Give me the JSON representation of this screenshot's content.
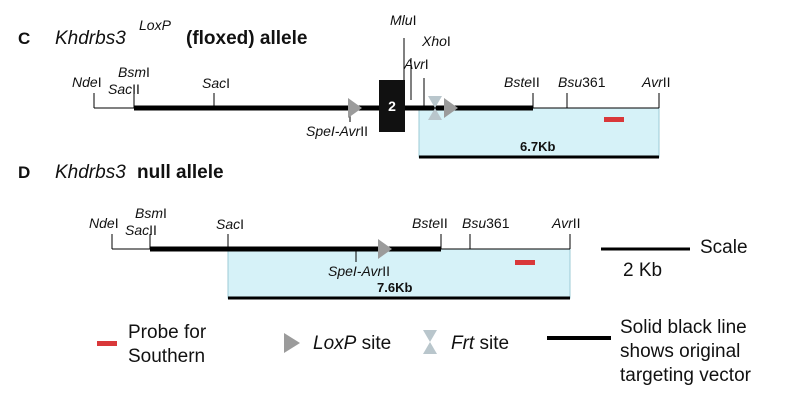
{
  "panel_c": {
    "letter": "C",
    "title_gene": "Khdrbs3",
    "title_super": "LoxP",
    "title_rest": "(floxed) allele",
    "exon_label": "2",
    "fragment_label": "6.7Kb",
    "sites": {
      "ndei": {
        "it": "Nde",
        "ro": "I"
      },
      "bsmi": {
        "it": "Bsm",
        "ro": "I"
      },
      "sacii": {
        "it": "Sac",
        "ro": "II"
      },
      "saci": {
        "it": "Sac",
        "ro": "I"
      },
      "spei_avrii": {
        "it": "SpeI-Avr",
        "ro": "II"
      },
      "mlui": {
        "it": "Mlu",
        "ro": "I"
      },
      "xhoi": {
        "it": "Xho",
        "ro": "I"
      },
      "avri": {
        "it": "Avr",
        "ro": "I"
      },
      "bsteii": {
        "it": "Bste",
        "ro": "II"
      },
      "bsu361": {
        "it": "Bsu",
        "ro": "361"
      },
      "avrii": {
        "it": "Avr",
        "ro": "II"
      }
    }
  },
  "panel_d": {
    "letter": "D",
    "title_gene": "Khdrbs3",
    "title_rest": "null allele",
    "fragment_label": "7.6Kb",
    "sites": {
      "ndei": {
        "it": "Nde",
        "ro": "I"
      },
      "bsmi": {
        "it": "Bsm",
        "ro": "I"
      },
      "sacii": {
        "it": "Sac",
        "ro": "II"
      },
      "saci": {
        "it": "Sac",
        "ro": "I"
      },
      "spei_avrii": {
        "it": "SpeI-Avr",
        "ro": "II"
      },
      "bsteii": {
        "it": "Bste",
        "ro": "II"
      },
      "bsu361": {
        "it": "Bsu",
        "ro": "361"
      },
      "avrii": {
        "it": "Avr",
        "ro": "II"
      }
    }
  },
  "scale": {
    "label": "Scale",
    "value": "2 Kb"
  },
  "legend": {
    "probe_line1": "Probe for",
    "probe_line2": "Southern",
    "loxp_it": "LoxP",
    "loxp_ro": " site",
    "frt_it": "Frt",
    "frt_ro": " site",
    "vector_line1": "Solid black line",
    "vector_line2": "shows original",
    "vector_line3": "targeting vector"
  },
  "colors": {
    "highlight": "#d6f2f8",
    "probe": "#d9383a",
    "loxp": "#9b9b9b",
    "frt": "#b9c6cc",
    "line": "#000000"
  }
}
